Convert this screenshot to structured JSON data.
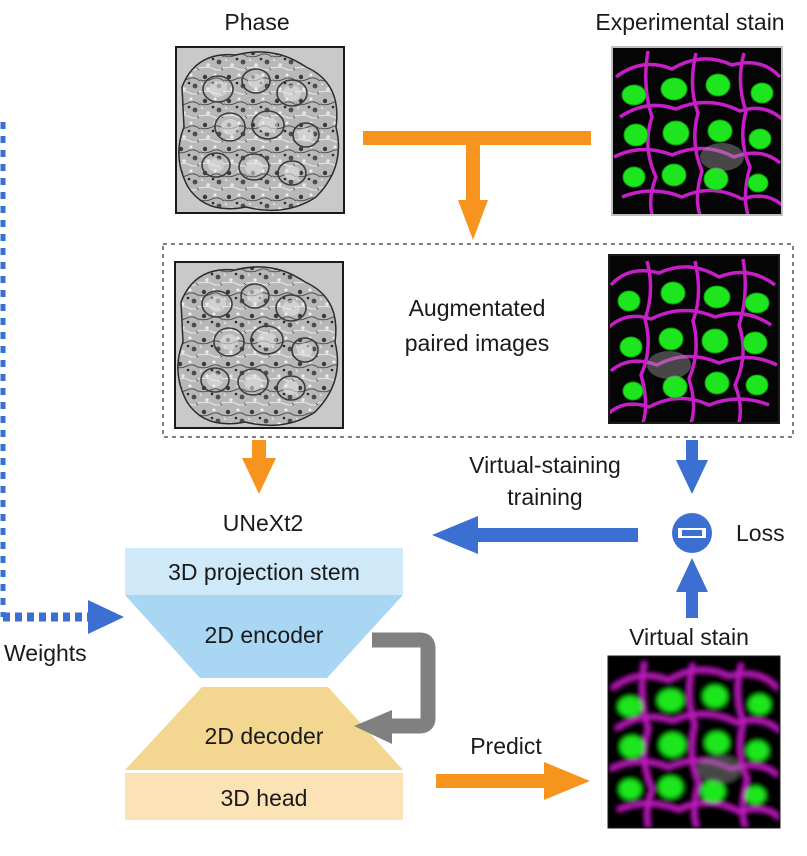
{
  "labels": {
    "phase": "Phase",
    "experimental_stain": "Experimental stain",
    "augmented_line1": "Augmentated",
    "augmented_line2": "paired images",
    "virtual_training_line1": "Virtual-staining",
    "virtual_training_line2": "training",
    "loss": "Loss",
    "unext2": "UNeXt2",
    "weights": "Weights",
    "virtual_stain": "Virtual stain",
    "predict": "Predict"
  },
  "network": {
    "stem": "3D projection stem",
    "encoder": "2D encoder",
    "decoder": "2D decoder",
    "head": "3D head"
  },
  "colors": {
    "orange_arrow": "#f7941d",
    "blue_arrow": "#3b6fd1",
    "gray_arrow": "#808080",
    "stem_fill": "#d0e9f8",
    "encoder_fill": "#a9d6f3",
    "decoder_fill": "#f3d68f",
    "head_fill": "#fbe3b5",
    "nucleus_green": "#1ee61e",
    "membrane_magenta": "#c81ec8"
  },
  "icons": {
    "loss_symbol": "minus-in-circle-icon"
  }
}
